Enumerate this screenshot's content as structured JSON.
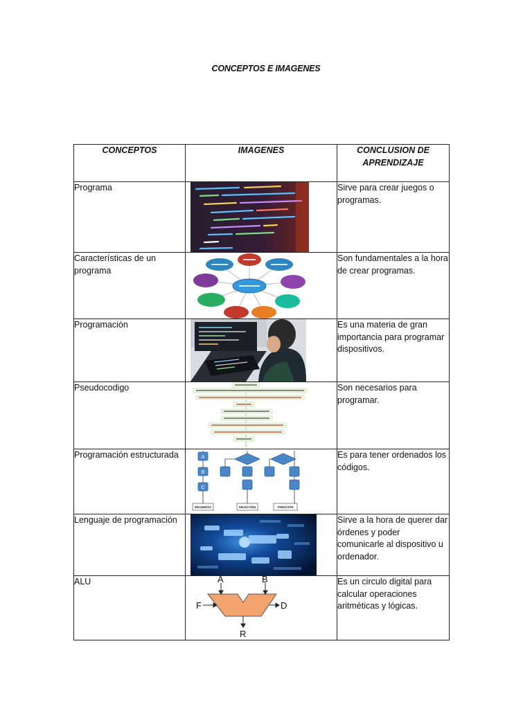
{
  "document": {
    "title": "CONCEPTOS E IMAGENES"
  },
  "table": {
    "headers": {
      "concepts": "CONCEPTOS",
      "images": "IMAGENES",
      "conclusion": "CONCLUSION DE APRENDIZAJE"
    },
    "rows": [
      {
        "concept": "Programa",
        "conclusion": "Sirve para crear juegos o programas.",
        "image": "code-screen-image"
      },
      {
        "concept": "Características de un programa",
        "conclusion": "Son fundamentales a la hora de crear programas.",
        "image": "characteristics-mindmap-image"
      },
      {
        "concept": "Programación",
        "conclusion": "Es una materia de gran importancia para programar dispositivos.",
        "image": "programmer-laptop-image"
      },
      {
        "concept": "Pseudocodigo",
        "conclusion": "Son necesarios para programar.",
        "image": "pseudocode-flow-image"
      },
      {
        "concept": "Programación estructurada",
        "conclusion": "Es para tener ordenados los códigos.",
        "image": "structured-flowcharts-image"
      },
      {
        "concept": "Lenguaje de programación",
        "conclusion": "Sirve a la hora de querer dar órdenes y poder comunicarle al dispositivo u ordenador.",
        "image": "languages-wordcloud-image"
      },
      {
        "concept": "ALU",
        "conclusion": "Es un circulo digital para calcular operaciones aritméticas y lógicas.",
        "image": "alu-diagram-image"
      }
    ]
  },
  "figures": {
    "flow_labels": [
      "SECUENCIA",
      "SELECCIÓN",
      "ITERACIÓN"
    ],
    "flow_blocks": [
      "A",
      "B",
      "C"
    ],
    "alu_labels": {
      "a": "A",
      "b": "B",
      "f": "F",
      "d": "D",
      "r": "R"
    },
    "colors": {
      "mindmap_nodes": [
        "#c0392b",
        "#2e86c1",
        "#8e44ad",
        "#1abc9c",
        "#e67e22",
        "#c0392b",
        "#27ae60",
        "#7d3c98",
        "#3498db"
      ],
      "alu_fill": "#f2a36e",
      "flow_box": "#4a86c8"
    }
  }
}
